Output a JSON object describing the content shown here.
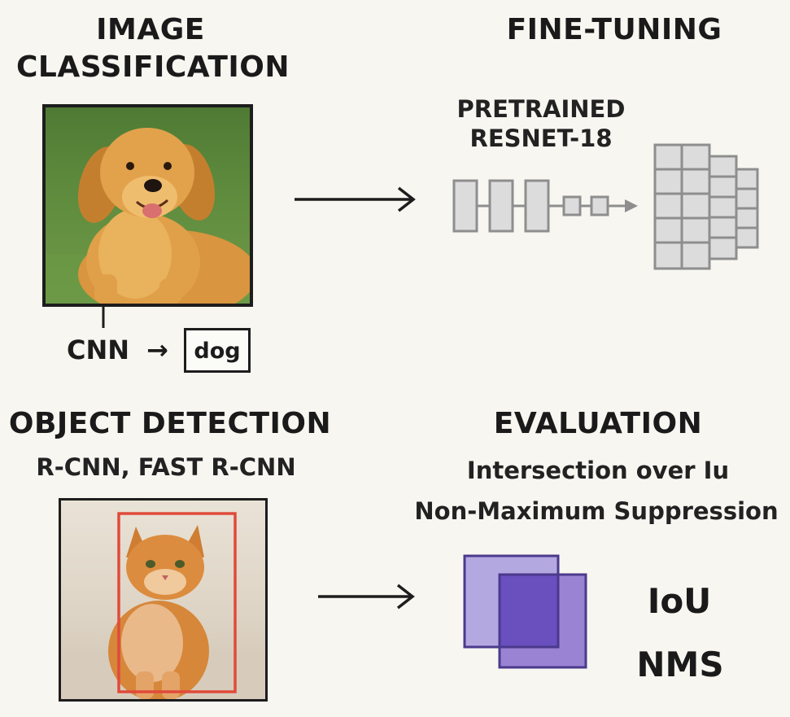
{
  "image_classification": {
    "title_line1": "IMAGE",
    "title_line2": "CLASSIFICATION",
    "model_label": "CNN",
    "arrow_glyph": "→",
    "predicted_class": "dog"
  },
  "fine_tuning": {
    "title": "FINE-TUNING",
    "model_line1": "PRETRAINED",
    "model_line2": "RESNET-18"
  },
  "object_detection": {
    "title": "OBJECT DETECTION",
    "methods": "R-CNN, FAST R-CNN"
  },
  "evaluation": {
    "title": "EVALUATION",
    "line1": "Intersection over Iu",
    "line2": "Non-Maximum Suppression",
    "metric1": "IoU",
    "metric2": "NMS"
  },
  "colors": {
    "background": "#f7f6f1",
    "bbox_red": "#e04a3a",
    "iou_box_light": "#b3a8e0",
    "iou_box_dark": "#7b5cc4",
    "iou_overlap": "#6a4fbf",
    "network_gray": "#d9d9d9"
  }
}
